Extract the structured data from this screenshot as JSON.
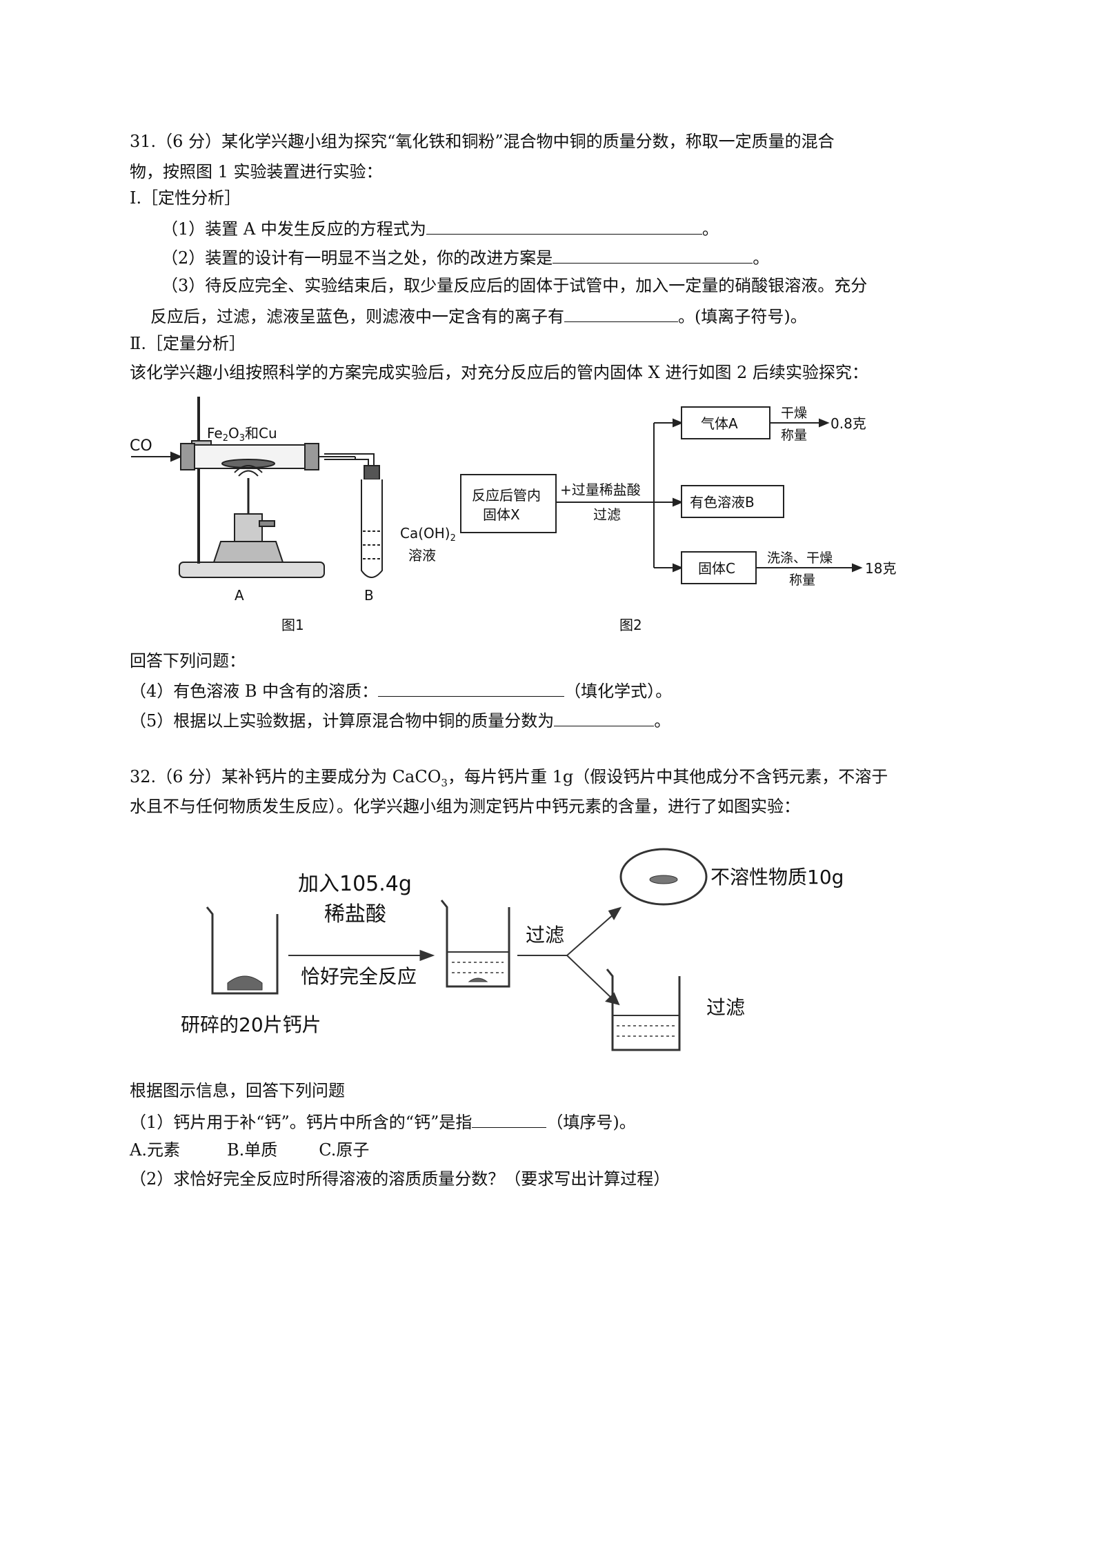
{
  "q31": {
    "intro1": "31.（6 分）某化学兴趣小组为探究“氧化铁和铜粉”混合物中铜的质量分数，称取一定质量的混合",
    "intro2": "物，按照图 1 实验装置进行实验：",
    "part1_title": "Ⅰ.［定性分析］",
    "q1_before": "（1）装置 A 中发生反应的方程式为",
    "q1_after": "。",
    "q2_before": "（2）装置的设计有一明显不当之处，你的改进方案是",
    "q2_after": "。",
    "q3_line1": "（3）待反应完全、实验结束后，取少量反应后的固体于试管中，加入一定量的硝酸银溶液。充分",
    "q3_before": "反应后，过滤，滤液呈蓝色，则滤液中一定含有的离子有",
    "q3_after": "。(填离子符号)。",
    "part2_title": "Ⅱ.［定量分析］",
    "part2_intro": "该化学兴趣小组按照科学的方案完成实验后，对充分反应后的管内固体 X 进行如图 2 后续实验探究：",
    "fig1": {
      "co": "CO",
      "reagent_main": "Fe",
      "reagent_sub1": "2",
      "reagent_mid": "O",
      "reagent_sub2": "3",
      "reagent_end": "和Cu",
      "limewater_1": "Ca(OH)",
      "limewater_sub": "2",
      "limewater_2": "溶液",
      "label_a": "A",
      "label_b": "B",
      "caption": "图1"
    },
    "fig2": {
      "box_start_1": "反应后管内",
      "box_start_2": "固体X",
      "arrow_top": "+过量稀盐酸",
      "arrow_bottom": "过滤",
      "gas_box": "气体A",
      "gas_top": "干燥",
      "gas_bottom": "称量",
      "gas_result": "0.8克",
      "solution_box": "有色溶液B",
      "solid_box": "固体C",
      "solid_top": "洗涤、干燥",
      "solid_bottom": "称量",
      "solid_result": "18克",
      "caption": "图2"
    },
    "answer_title": "回答下列问题：",
    "q4_before": "（4）有色溶液 B 中含有的溶质：",
    "q4_after": "（填化学式）。",
    "q5_before": "（5）根据以上实验数据，计算原混合物中铜的质量分数为",
    "q5_after": "。"
  },
  "q32": {
    "intro1_a": "32.（6 分）某补钙片的主要成分为 CaCO",
    "intro1_sub": "3",
    "intro1_b": "，每片钙片重 1g（假设钙片中其他成分不含钙元素，不溶于",
    "intro2": "水且不与任何物质发生反应）。化学兴趣小组为测定钙片中钙元素的含量，进行了如图实验：",
    "figure": {
      "add_line1": "加入105.4g",
      "add_line2": "稀盐酸",
      "react_label": "恰好完全反应",
      "filter_label": "过滤",
      "insoluble_label": "不溶性物质10g",
      "filtrate_label": "过滤",
      "tablets_label": "研碎的20片钙片"
    },
    "after_fig": "根据图示信息，回答下列问题",
    "s1_before": "（1）钙片用于补“钙”。钙片中所含的“钙”是指",
    "s1_after": "（填序号)。",
    "options": [
      "A.元素",
      "B.单质",
      "C.原子"
    ],
    "s2": "（2）求恰好完全反应时所得溶液的溶质质量分数？（要求写出计算过程）"
  }
}
